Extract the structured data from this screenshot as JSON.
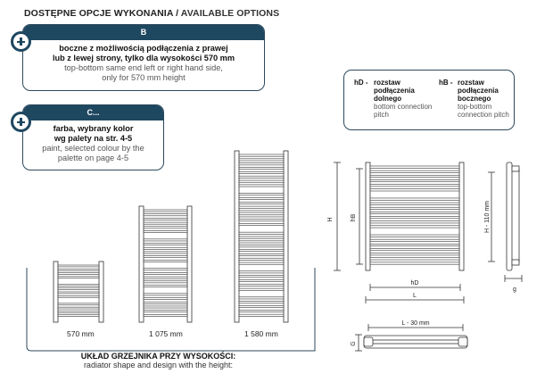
{
  "header": {
    "title_pl": "DOSTĘPNE OPCJE WYKONANIA",
    "separator": " / ",
    "title_en": "AVAILABLE OPTIONS"
  },
  "option_b": {
    "code": "B",
    "text_pl_1": "boczne z możliwością podłączenia z prawej",
    "text_pl_2": "lub z lewej strony, tylko dla wysokości 570 mm",
    "text_en_1": "top-bottom same end left or right hand side,",
    "text_en_2": "only for 570 mm height"
  },
  "option_c": {
    "code": "C...",
    "text_pl_1": "farba, wybrany kolor",
    "text_pl_2": "wg palety na str. 4-5",
    "text_en_1": "paint, selected colour by the",
    "text_en_2": "palette on page 4-5"
  },
  "legend": {
    "hd_key": "hD -",
    "hd_pl_1": "rozstaw",
    "hd_pl_2": "podłączenia",
    "hd_pl_3": "dolnego",
    "hd_en_1": "bottom connection",
    "hd_en_2": "pitch",
    "hb_key": "hB -",
    "hb_pl_1": "rozstaw",
    "hb_pl_2": "podłączenia",
    "hb_pl_3": "bocznego",
    "hb_en_1": "top-bottom",
    "hb_en_2": "connection pitch"
  },
  "heights": {
    "small": "570 mm",
    "medium": "1 075 mm",
    "large": "1 580 mm"
  },
  "caption": {
    "pl": "UKŁAD GRZEJNIKA PRZY WYSOKOŚCI:",
    "en": "radiator shape and design with the height:"
  },
  "dimensions": {
    "h": "H",
    "hb": "hB",
    "hd": "hD",
    "l": "L",
    "h_minus": "H - 110 mm",
    "g": "g",
    "l_minus": "L - 30 mm",
    "g_upper": "G"
  }
}
